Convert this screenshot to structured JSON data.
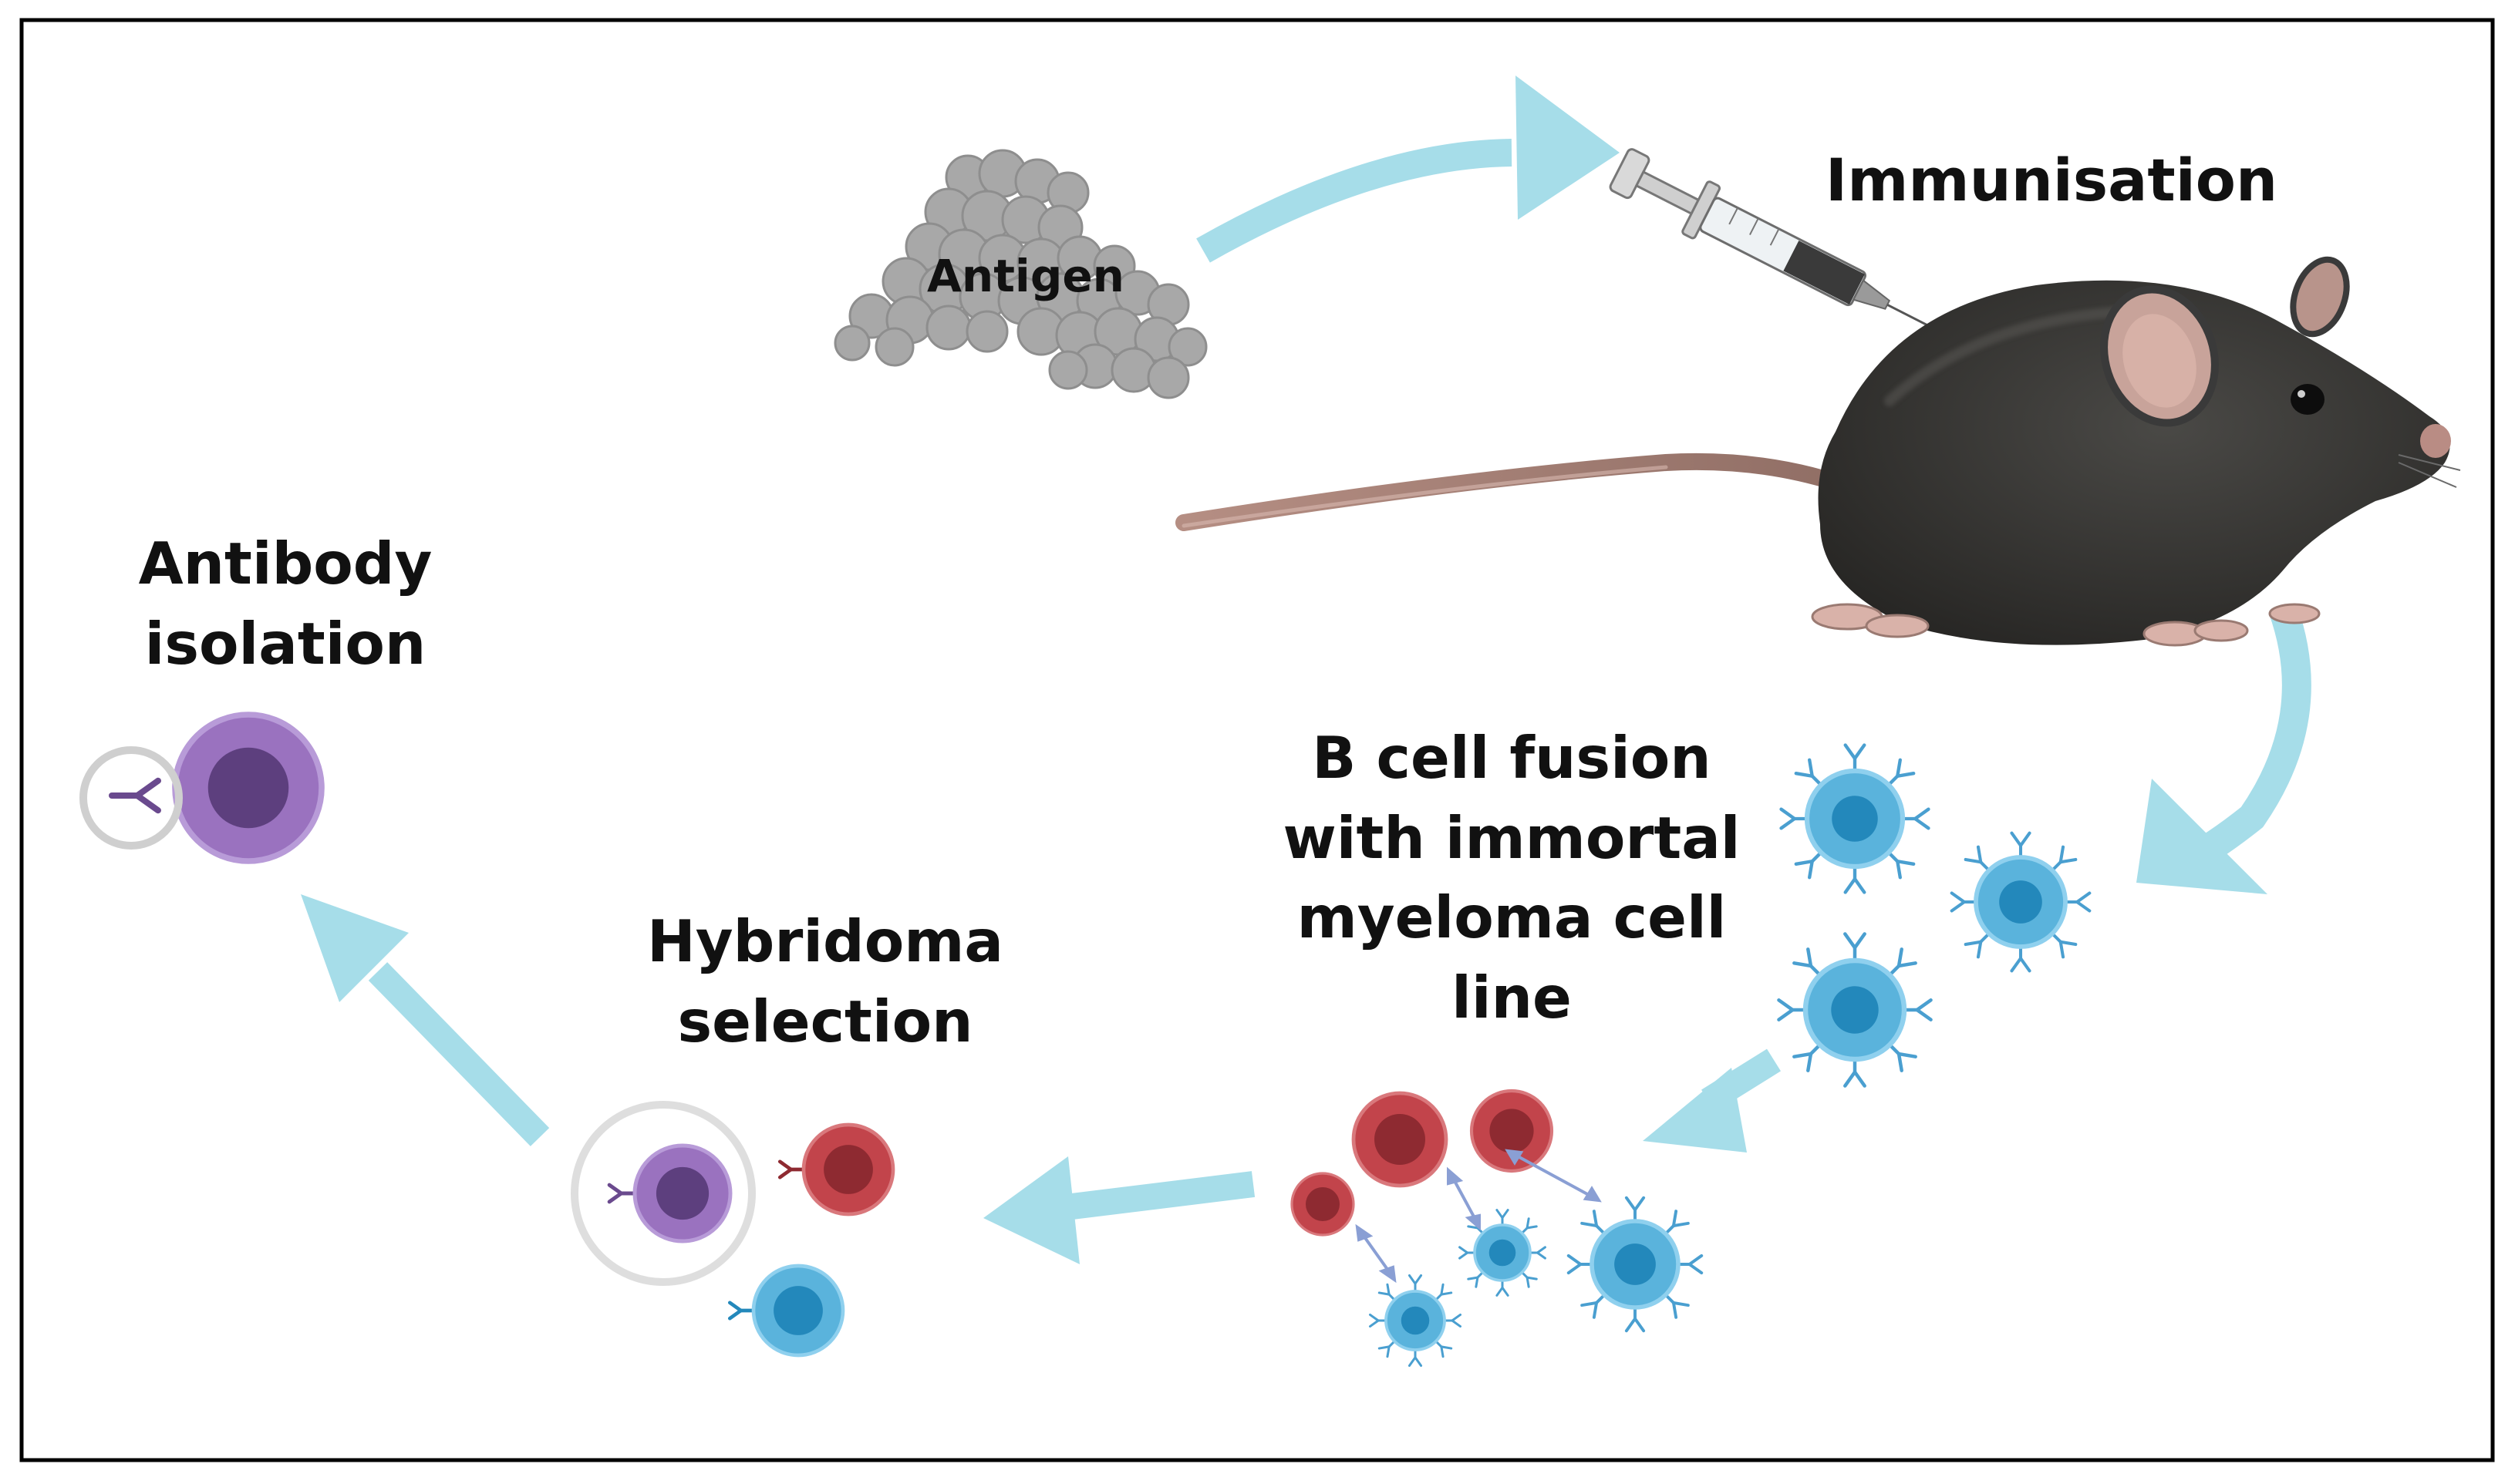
{
  "labels": {
    "antigen": "Antigen",
    "immunisation": "Immunisation",
    "b_cell_fusion": [
      "B cell fusion",
      "with immortal",
      "myeloma cell",
      "line"
    ],
    "hybridoma_selection": [
      "Hybridoma",
      "selection"
    ],
    "antibody_isolation": [
      "Antibody",
      "isolation"
    ]
  },
  "colors": {
    "arrow": "#a6dde9",
    "b_cell": "#5ab3dc",
    "b_cell_nucleus": "#2388bb",
    "myeloma_cell": "#c2444b",
    "myeloma_nucleus": "#8e2a31",
    "hybridoma_cell": "#9a72bf",
    "hybridoma_nucleus": "#5d3f7e",
    "antigen": "#a8a8a8",
    "mouse_fur": "#3b3a38",
    "mouse_skin": "#c8a39a",
    "frame": "#000000"
  },
  "icons": [
    "antigen-protein-icon",
    "syringe-icon",
    "mouse-icon",
    "b-cell-icon",
    "myeloma-cell-icon",
    "hybridoma-cell-icon",
    "antibody-icon"
  ]
}
